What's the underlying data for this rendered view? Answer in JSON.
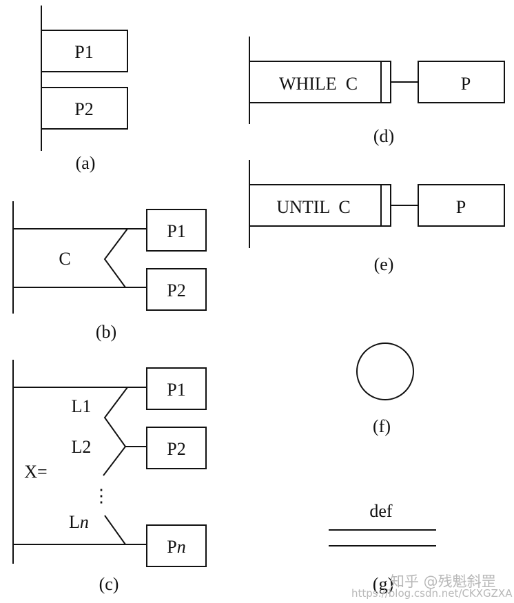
{
  "diagram": {
    "title": "PAD structured control notation",
    "panels": {
      "a": {
        "caption": "(a)",
        "boxes": [
          "P1",
          "P2"
        ],
        "kind": "sequence"
      },
      "b": {
        "caption": "(b)",
        "condition": "C",
        "boxes": [
          "P1",
          "P2"
        ],
        "kind": "selection"
      },
      "c": {
        "caption": "(c)",
        "selector": "X=",
        "cases": [
          {
            "label": "L1",
            "box": "P1"
          },
          {
            "label": "L2",
            "box": "P2"
          },
          {
            "label_prefix": "L",
            "label_italic": "n",
            "box_prefix": "P",
            "box_italic": "n"
          }
        ],
        "ellipsis": "⋮",
        "kind": "multi-branch"
      },
      "d": {
        "caption": "(d)",
        "condition": "WHILE  C",
        "box": "P",
        "kind": "while-loop"
      },
      "e": {
        "caption": "(e)",
        "condition": "UNTIL  C",
        "box": "P",
        "kind": "until-loop"
      },
      "f": {
        "caption": "(f)",
        "kind": "terminal"
      },
      "g": {
        "caption": "(g)",
        "label": "def",
        "kind": "definition"
      }
    },
    "watermark": {
      "line1": "知乎 @残魁斜罡",
      "line2": "https://blog.csdn.net/CKXGZXA"
    }
  }
}
